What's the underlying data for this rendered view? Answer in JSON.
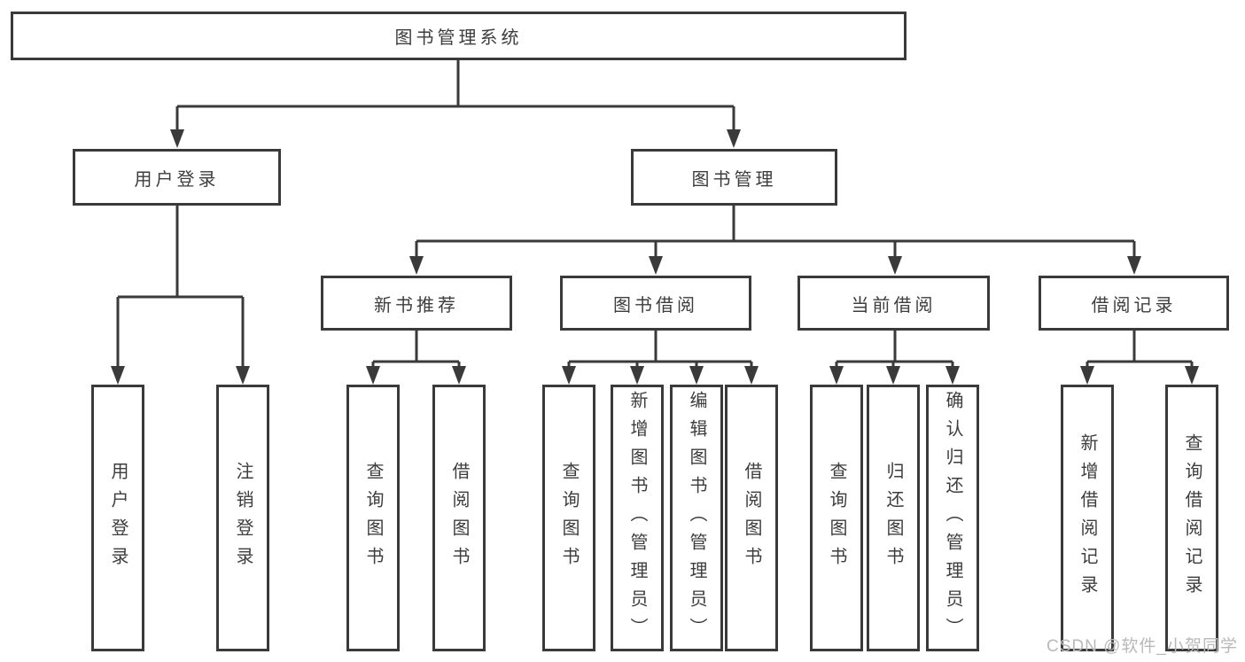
{
  "diagram": {
    "root": {
      "label": "图书管理系统"
    },
    "branches": [
      {
        "label": "用户登录",
        "children": [
          {
            "label": "用户登录"
          },
          {
            "label": "注销登录"
          }
        ]
      },
      {
        "label": "图书管理",
        "children": [
          {
            "label": "新书推荐",
            "children": [
              {
                "label": "查询图书"
              },
              {
                "label": "借阅图书"
              }
            ]
          },
          {
            "label": "图书借阅",
            "children": [
              {
                "label": "查询图书"
              },
              {
                "label": "新增图书（管理员）"
              },
              {
                "label": "编辑图书（管理员）"
              },
              {
                "label": "借阅图书"
              }
            ]
          },
          {
            "label": "当前借阅",
            "children": [
              {
                "label": "查询图书"
              },
              {
                "label": "归还图书"
              },
              {
                "label": "确认归还（管理员）"
              }
            ]
          },
          {
            "label": "借阅记录",
            "children": [
              {
                "label": "新增借阅记录"
              },
              {
                "label": "查询借阅记录"
              }
            ]
          }
        ]
      }
    ]
  },
  "watermark": {
    "text": "CSDN @软件_小贺同学"
  },
  "colors": {
    "line": "#3a3a3a",
    "text": "#3d3d3d",
    "background": "#ffffff",
    "watermark": "#b9b9b9"
  }
}
